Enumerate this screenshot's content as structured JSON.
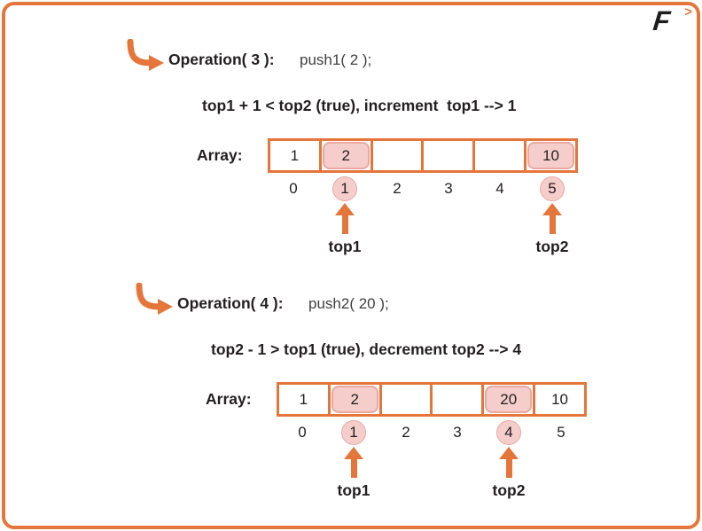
{
  "logo": {
    "letter": "F",
    "chevron": ">"
  },
  "colors": {
    "accent_orange": "#e4763b",
    "highlight_fill": "#f5cecb",
    "highlight_border": "#e9a8a1",
    "text": "#231f20"
  },
  "sections": [
    {
      "operation_label": "Operation( 3 ):",
      "operation_code": "push1( 2 );",
      "explanation": "top1 + 1 < top2 (true), increment  top1 --> 1",
      "array_label": "Array:",
      "cells": [
        "1",
        "2",
        "",
        "",
        "",
        "10"
      ],
      "highlighted_cells": [
        1,
        5
      ],
      "indices": [
        "0",
        "1",
        "2",
        "3",
        "4",
        "5"
      ],
      "circled_indices": [
        1,
        5
      ],
      "pointers": [
        {
          "label": "top1",
          "index": 1
        },
        {
          "label": "top2",
          "index": 5
        }
      ]
    },
    {
      "operation_label": "Operation( 4 ):",
      "operation_code": "push2( 20 );",
      "explanation": "top2 - 1 > top1 (true), decrement top2 --> 4",
      "array_label": "Array:",
      "cells": [
        "1",
        "2",
        "",
        "",
        "20",
        "10"
      ],
      "highlighted_cells": [
        1,
        4
      ],
      "indices": [
        "0",
        "1",
        "2",
        "3",
        "4",
        "5"
      ],
      "circled_indices": [
        1,
        4
      ],
      "pointers": [
        {
          "label": "top1",
          "index": 1
        },
        {
          "label": "top2",
          "index": 4
        }
      ]
    }
  ]
}
